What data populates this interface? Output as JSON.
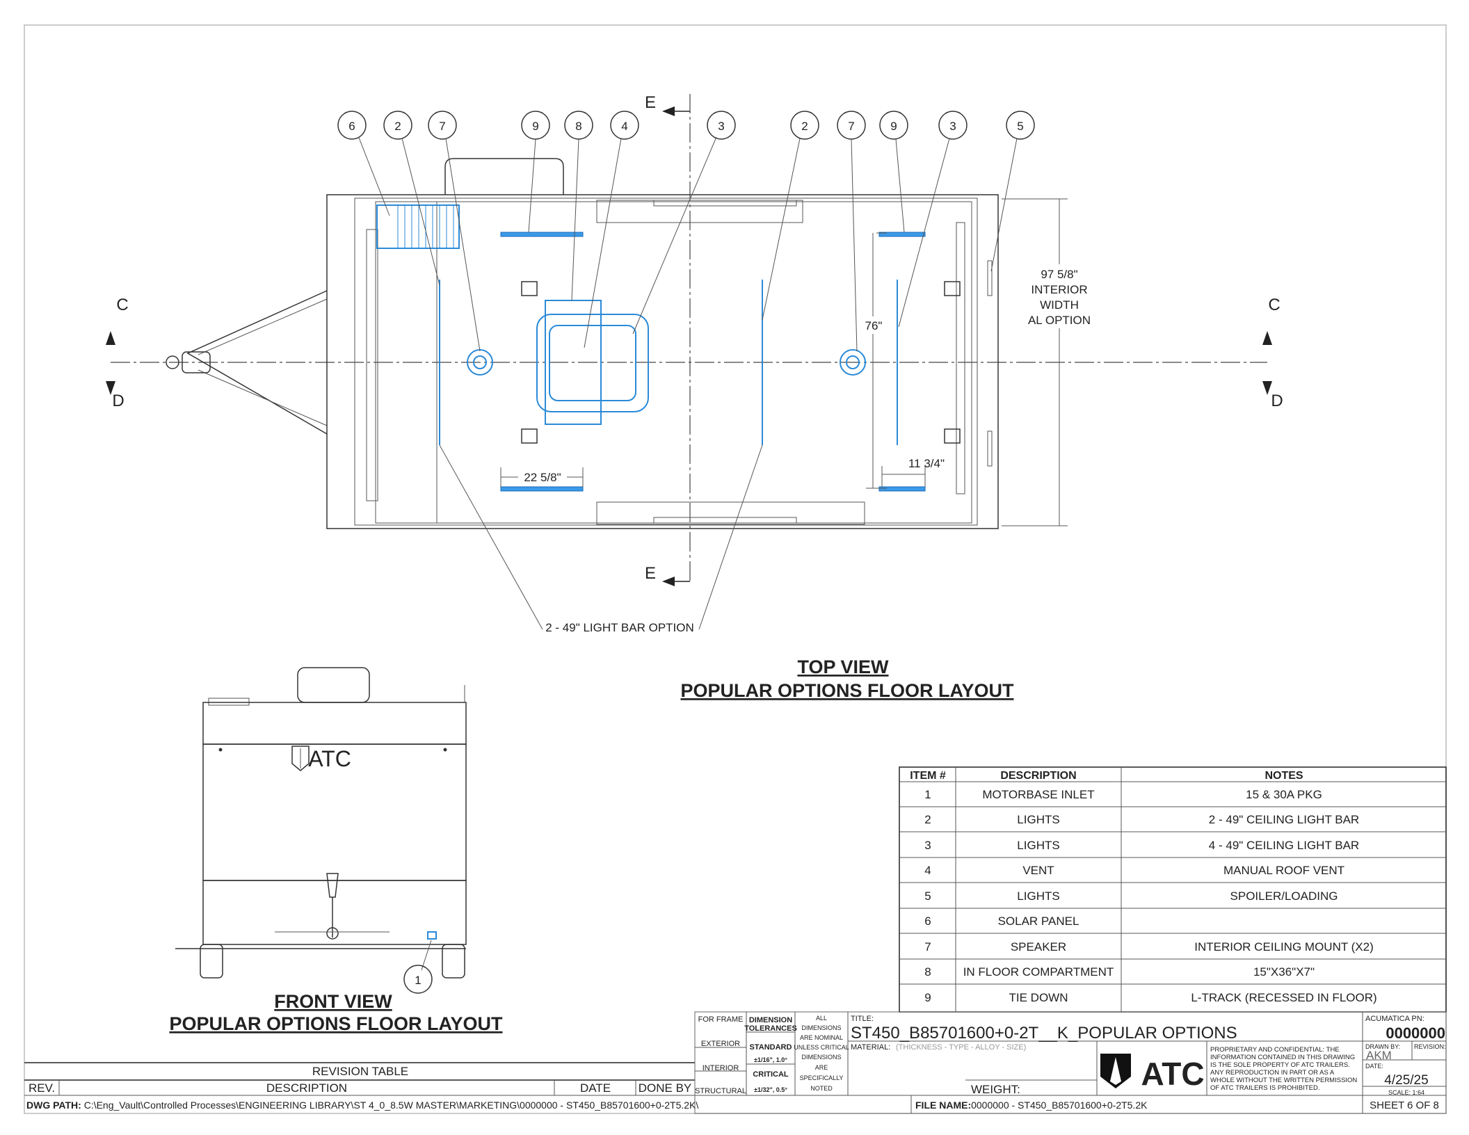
{
  "top_view": {
    "title": "TOP VIEW",
    "subtitle": "POPULAR OPTIONS FLOOR LAYOUT",
    "balloons": [
      "6",
      "2",
      "7",
      "9",
      "8",
      "4",
      "3",
      "2",
      "7",
      "9",
      "3",
      "5"
    ],
    "section_labels": {
      "e_top": "E",
      "e_bottom": "E",
      "c_left": "C",
      "d_left": "D",
      "c_right": "C",
      "d_right": "D"
    },
    "dimensions": {
      "interior_width": [
        "97 5/8\"",
        "INTERIOR",
        "WIDTH",
        "AL OPTION"
      ],
      "dim_76": "76\"",
      "dim_22": "22 5/8\"",
      "dim_11": "11 3/4\""
    },
    "light_bar_note": "2 - 49\" LIGHT BAR OPTION"
  },
  "front_view": {
    "title": "FRONT VIEW",
    "subtitle": "POPULAR OPTIONS FLOOR LAYOUT",
    "balloon": "1",
    "logo_text": "ATC"
  },
  "bom": {
    "headers": [
      "ITEM #",
      "DESCRIPTION",
      "NOTES"
    ],
    "rows": [
      {
        "item": "1",
        "description": "MOTORBASE INLET",
        "notes": "15 & 30A PKG"
      },
      {
        "item": "2",
        "description": "LIGHTS",
        "notes": "2 - 49\" CEILING LIGHT BAR"
      },
      {
        "item": "3",
        "description": "LIGHTS",
        "notes": "4 - 49\" CEILING LIGHT BAR"
      },
      {
        "item": "4",
        "description": "VENT",
        "notes": "MANUAL ROOF VENT"
      },
      {
        "item": "5",
        "description": "LIGHTS",
        "notes": "SPOILER/LOADING"
      },
      {
        "item": "6",
        "description": "SOLAR PANEL",
        "notes": ""
      },
      {
        "item": "7",
        "description": "SPEAKER",
        "notes": "INTERIOR CEILING MOUNT (X2)"
      },
      {
        "item": "8",
        "description": "IN FLOOR COMPARTMENT",
        "notes": "15\"X36\"X7\""
      },
      {
        "item": "9",
        "description": "TIE DOWN",
        "notes": "L-TRACK (RECESSED IN FLOOR)"
      }
    ]
  },
  "revision_table": {
    "title": "REVISION TABLE",
    "headers": [
      "REV.",
      "DESCRIPTION",
      "DATE",
      "DONE BY"
    ],
    "dwg_path_label": "DWG PATH:",
    "dwg_path": "C:\\Eng_Vault\\Controlled Processes\\ENGINEERING LIBRARY\\ST 4_0_8.5W MASTER\\MARKETING\\0000000 - ST450_B85701600+0-2T5.2K\\"
  },
  "title_block": {
    "weld": [
      "FOR FRAME",
      "EXTERIOR",
      "INTERIOR",
      "STRUCTURAL"
    ],
    "tolerances": [
      "DIMENSION",
      "TOLERANCES",
      "STANDARD",
      "±1/16\", 1.0°",
      "CRITICAL",
      "±1/32\", 0.5°"
    ],
    "dims_note": [
      "ALL",
      "DIMENSIONS",
      "ARE NOMINAL",
      "UNLESS CRITICAL",
      "DIMENSIONS",
      "ARE",
      "SPECIFICALLY",
      "NOTED"
    ],
    "title_label": "TITLE:",
    "title": "ST450_B85701600+0-2T__K_POPULAR OPTIONS",
    "material_label": "MATERIAL:",
    "material": "(THICKNESS - TYPE - ALLOY - SIZE)",
    "weight_label": "WEIGHT:",
    "logo_text": "ATC",
    "proprietary": [
      "PROPRIETARY AND CONFIDENTIAL: THE",
      "INFORMATION CONTAINED IN THIS DRAWING",
      "IS THE SOLE PROPERTY OF ATC TRAILERS.",
      "ANY REPRODUCTION IN PART OR AS A",
      "WHOLE WITHOUT THE WRITTEN PERMISSION",
      "OF ATC TRAILERS IS PROHIBITED."
    ],
    "pn_label": "ACUMATICA PN:",
    "pn": "0000000",
    "drawn_by_label": "DRAWN BY:",
    "drawn_by": "AKM",
    "revision_label": "REVISION:",
    "date_label": "DATE:",
    "date": "4/25/25",
    "scale": "SCALE: 1:64",
    "file_name_label": "FILE NAME:",
    "file_name": "0000000 - ST450_B85701600+0-2T5.2K",
    "sheet": "SHEET 6 OF 8"
  }
}
